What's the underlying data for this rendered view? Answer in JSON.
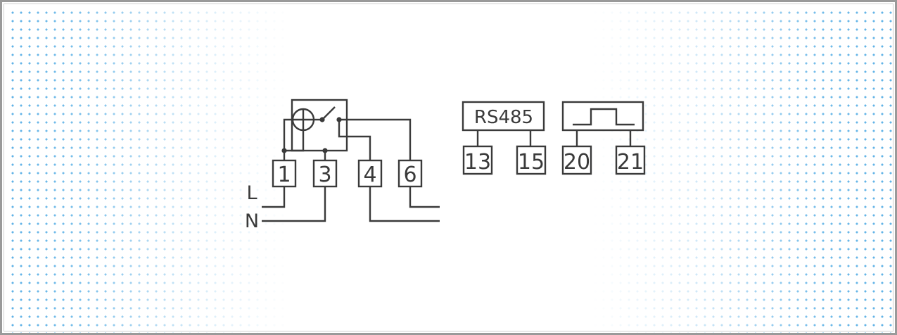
{
  "diagram": {
    "terminals": {
      "t1": "1",
      "t3": "3",
      "t4": "4",
      "t6": "6",
      "t13": "13",
      "t15": "15",
      "t20": "20",
      "t21": "21"
    },
    "lines": {
      "live": "L",
      "neutral": "N"
    },
    "module": "RS485"
  },
  "colors": {
    "ink": "#3a3a3a",
    "dots": "#5fb2e6",
    "frame": "#9a9a9a"
  }
}
